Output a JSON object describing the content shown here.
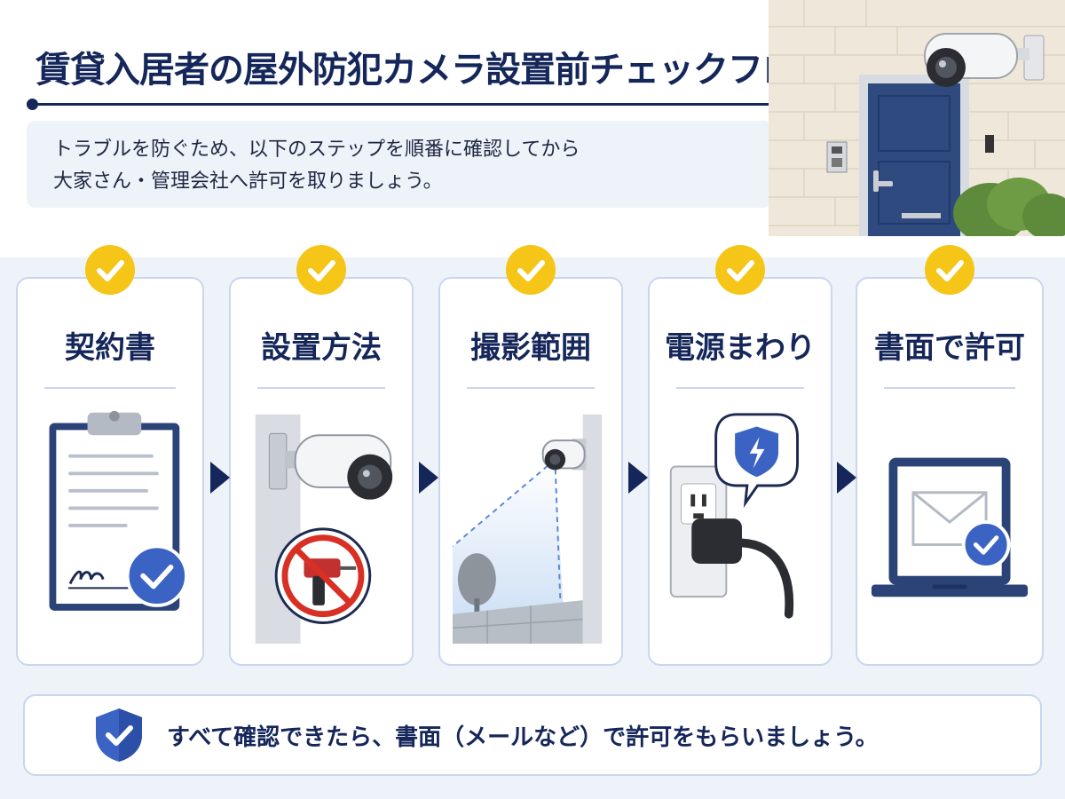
{
  "header": {
    "title": "賃貸入居者の屋外防犯カメラ設置前チェックフロー",
    "intro_line1": "トラブルを防ぐため、以下のステップを順番に確認してから",
    "intro_line2": "大家さん・管理会社へ許可を取りましょう。"
  },
  "steps": [
    {
      "label": "契約書",
      "icon": "clipboard-contract-icon"
    },
    {
      "label": "設置方法",
      "icon": "no-drill-icon"
    },
    {
      "label": "撮影範囲",
      "icon": "camera-view-range-icon"
    },
    {
      "label": "電源まわり",
      "icon": "power-outlet-icon"
    },
    {
      "label": "書面で許可",
      "icon": "laptop-email-icon"
    }
  ],
  "footer": {
    "text": "すべて確認できたら、書面（メールなど）で許可をもらいましょう。",
    "icon": "shield-check-icon"
  },
  "colors": {
    "navy": "#15275a",
    "check_yellow": "#f5c518",
    "accent_blue": "#3b63c4",
    "card_border": "#c9d6ec"
  }
}
